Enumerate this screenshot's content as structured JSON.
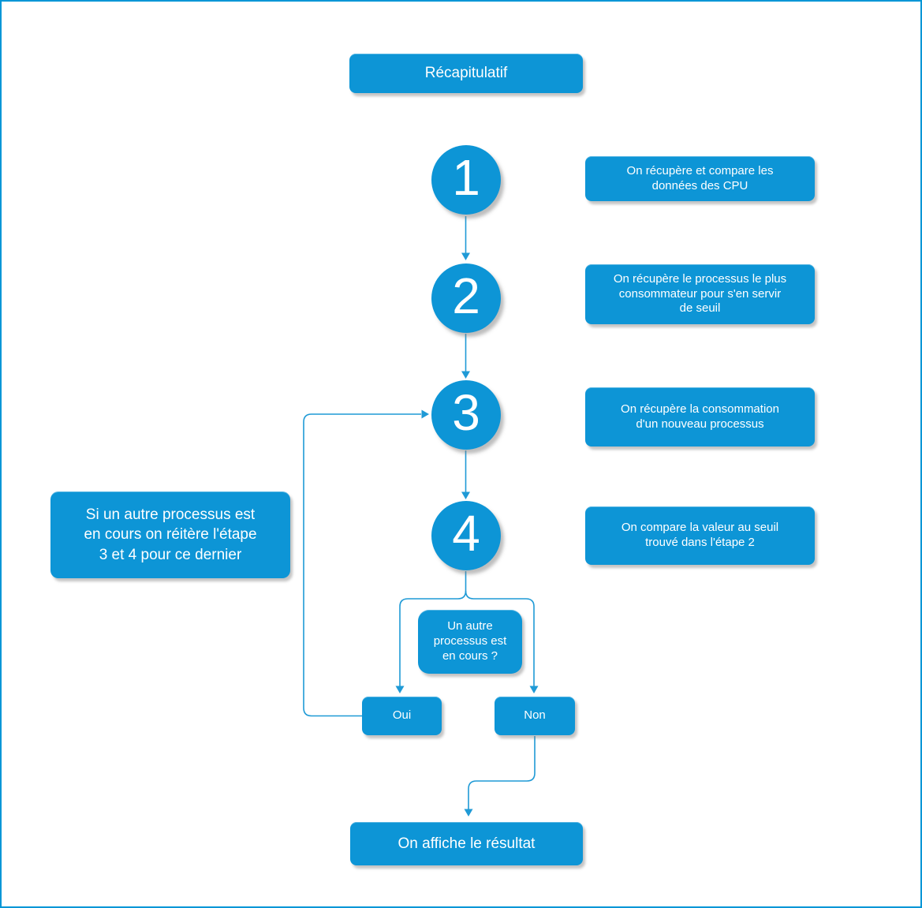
{
  "diagram": {
    "title": "Récapitulatif",
    "steps": [
      {
        "number": "1",
        "description": "On récupère et compare les\ndonnées des CPU"
      },
      {
        "number": "2",
        "description": "On récupère le processus le plus\nconsommateur pour s'en servir\nde seuil"
      },
      {
        "number": "3",
        "description": "On récupère la consommation\nd'un nouveau processus"
      },
      {
        "number": "4",
        "description": "On compare la valeur au seuil\ntrouvé dans l'étape 2"
      }
    ],
    "side_note": "Si un autre processus est\nen cours on réitère l'étape\n3 et 4 pour ce dernier",
    "decision": {
      "question": "Un autre\nprocessus est\nen cours ?",
      "yes_label": "Oui",
      "no_label": "Non"
    },
    "result": "On affiche le résultat",
    "colors": {
      "node_fill": "#0d95d6",
      "connector": "#1f9ad6",
      "page_border": "#0096d6",
      "text": "#ffffff"
    }
  }
}
